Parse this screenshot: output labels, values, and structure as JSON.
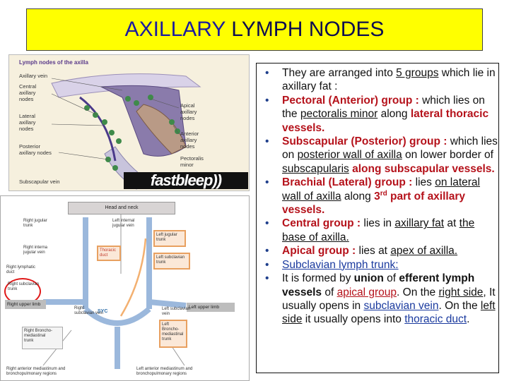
{
  "title": {
    "part1": "AXILLARY",
    "part2": " LYMPH NODES"
  },
  "diagram1": {
    "heading": "Lymph nodes of the axilla",
    "labels": {
      "axillary_vein": "Axillary vein",
      "central": "Central\naxillary\nnodes",
      "lateral": "Lateral\naxillary\nnodes",
      "posterior": "Posterior\naxillary nodes",
      "subscapular_vein": "Subscapular vein",
      "apical": "Apical\naxillary\nnodes",
      "anterior": "Anterior\naxillary\nnodes",
      "pectoralis": "Pectoralis\nminor"
    },
    "brand": "fastbleep))"
  },
  "diagram2": {
    "head_neck": "Head and neck",
    "labels": {
      "right_jugular": "Right jugular\ntrunk",
      "right_internal": "Right interna\njugular vein",
      "right_lymphatic": "Right lymphatic\nduct",
      "right_subclavian": "Right subclavian\ntrunk",
      "right_upper_limb": "Right upper limb",
      "right_subclavian_vein": "Right\nsubclavian vein",
      "right_broncho": "Right Broncho-\nmediastinal\ntrunk",
      "right_anterior": "Right anterior mediastinum and\nbronchopulmonary regions",
      "left_internal": "Left internal\njugular vein",
      "left_jugular": "Left jugular\ntrunk",
      "thoracic_duct": "Thoracic\nduct",
      "left_subclavian_trunk": "Left subclavian\ntrunk",
      "left_upper_limb": "Left upper limb",
      "left_subclavian_vein": "Left subclavian\nvein",
      "left_broncho": "Left\nBroncho-\nmediastinal\ntrunk",
      "left_anterior": "Left anterior mediastinum and\nbronchopulmonary regions",
      "syc": "SYC"
    }
  },
  "bullets": {
    "b1": {
      "t1": "They are arranged into ",
      "t2": "5 groups",
      "t3": " which lie in axillary fat :"
    },
    "b2": {
      "t1": "Pectoral (Anterior) group : ",
      "t2": "which lies on the ",
      "t3": "pectoralis minor",
      "t4": " along ",
      "t5": "lateral thoracic vessels."
    },
    "b3": {
      "t1": "Subscapular (Posterior) group : ",
      "t2": "which lies on ",
      "t3": "posterior wall of axilla",
      "t4": " on lower border of ",
      "t5": "subscapularis",
      "t6": " along subscapular vessels."
    },
    "b4": {
      "t1": "Brachial (Lateral) group : ",
      "t2": "lies ",
      "t3": "on lateral wall of axilla",
      "t4": " along ",
      "t5": "3",
      "t6": "rd",
      "t7": " part of axillary vessels."
    },
    "b5": {
      "t1": "Central group : ",
      "t2": "lies in ",
      "t3": "axillary fat",
      "t4": " at ",
      "t5": "the base of axilla."
    },
    "b6": {
      "t1": "Apical group : ",
      "t2": "lies at ",
      "t3": "apex of axilla."
    },
    "b7": {
      "t1": "Subclavian lymph trunk:"
    },
    "b8": {
      "t1": "It is formed by ",
      "t2": "union",
      "t3": " of ",
      "t4": "efferent lymph vessels",
      "t5": " of ",
      "t6": "apical group",
      "t7": ". On the ",
      "t8": "right side",
      "t9": ", It usually opens in ",
      "t10": "subclavian vein",
      "t11": ". On the ",
      "t12": "left side",
      "t13": " it usually opens into ",
      "t14": "thoracic duct",
      "t15": "."
    }
  }
}
